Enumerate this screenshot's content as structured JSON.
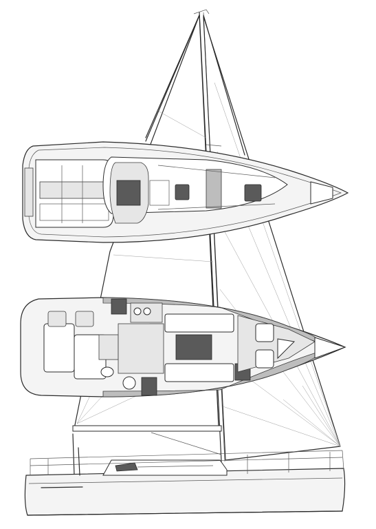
{
  "drawing": {
    "views": [
      "deck-plan",
      "interior-layout",
      "side-profile"
    ]
  },
  "colors": {
    "line": "#2a2a2a",
    "shade_dark": "#5a5a5a",
    "shade_mid": "#bdbdbd",
    "shade_light": "#e6e6e6",
    "background": "#ffffff"
  }
}
